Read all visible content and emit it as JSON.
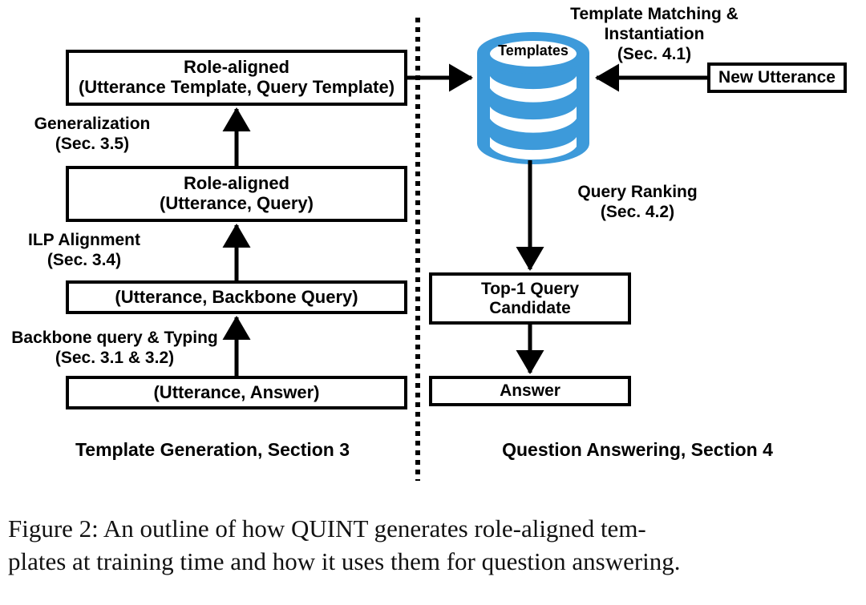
{
  "figure": {
    "caption_line1": "Figure 2:  An outline of how QUINT generates role-aligned tem-",
    "caption_line2": "plates at training time and how it uses them for question answering.",
    "caption_full": "Figure 2: An outline of how QUINT generates role-aligned templates at training time and how it uses them for question answering."
  },
  "colors": {
    "cylinder_blue": "#3d9ada",
    "stroke_black": "#000000",
    "background_white": "#ffffff"
  },
  "left_panel": {
    "section_caption": "Template Generation, Section 3",
    "boxes": [
      {
        "id": "role-aligned-templates",
        "line1": "Role-aligned",
        "line2": "(Utterance Template, Query Template)"
      },
      {
        "id": "role-aligned-uq",
        "line1": "Role-aligned",
        "line2": "(Utterance, Query)"
      },
      {
        "id": "backbone",
        "line1": "(Utterance, Backbone Query)",
        "line2": ""
      },
      {
        "id": "utterance-answer",
        "line1": "(Utterance, Answer)",
        "line2": ""
      }
    ],
    "edge_labels": [
      {
        "id": "generalization",
        "line1": "Generalization",
        "line2": "(Sec. 3.5)"
      },
      {
        "id": "ilp-alignment",
        "line1": "ILP Alignment",
        "line2": "(Sec. 3.4)"
      },
      {
        "id": "backbone-typing",
        "line1": "Backbone query & Typing",
        "line2": "(Sec. 3.1 & 3.2)"
      }
    ]
  },
  "right_panel": {
    "section_caption": "Question Answering, Section 4",
    "database": {
      "label": "Templates",
      "icon": "database-cylinder-icon"
    },
    "boxes": [
      {
        "id": "new-utterance",
        "line1": "New Utterance",
        "line2": ""
      },
      {
        "id": "top1-query",
        "line1": "Top-1 Query",
        "line2": "Candidate"
      },
      {
        "id": "answer",
        "line1": "Answer",
        "line2": ""
      }
    ],
    "edge_labels": [
      {
        "id": "template-matching",
        "line1": "Template Matching &",
        "line2": "Instantiation",
        "line3": "(Sec. 4.1)"
      },
      {
        "id": "query-ranking",
        "line1": "Query Ranking",
        "line2": "(Sec. 4.2)",
        "line3": ""
      }
    ]
  },
  "divider": {
    "style": "dotted-vertical"
  }
}
